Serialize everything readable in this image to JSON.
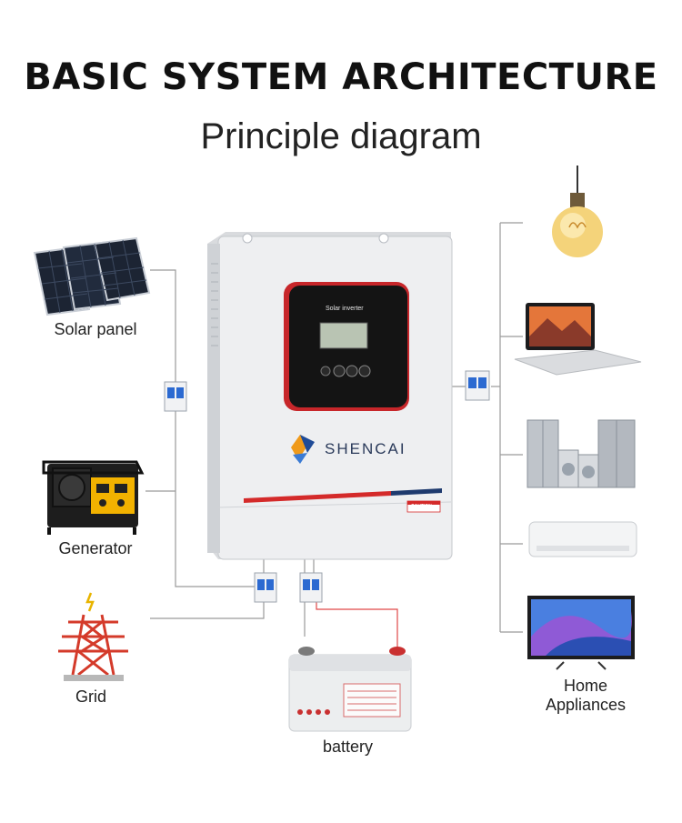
{
  "title": "BASIC SYSTEM ARCHITECTURE",
  "subtitle": "Principle diagram",
  "inverter": {
    "screen_label": "Solar inverter",
    "brand": "SHENCAI",
    "caution": "CAUTION"
  },
  "components": {
    "solar_panel": "Solar panel",
    "generator": "Generator",
    "grid": "Grid",
    "battery": "battery",
    "home_appliances_line1": "Home",
    "home_appliances_line2": "Appliances"
  },
  "colors": {
    "wire": "#9a9a9a",
    "battery_positive_wire": "#e04848",
    "inverter_accent_red": "#d42a2a",
    "inverter_accent_blue": "#1e3a6e"
  }
}
